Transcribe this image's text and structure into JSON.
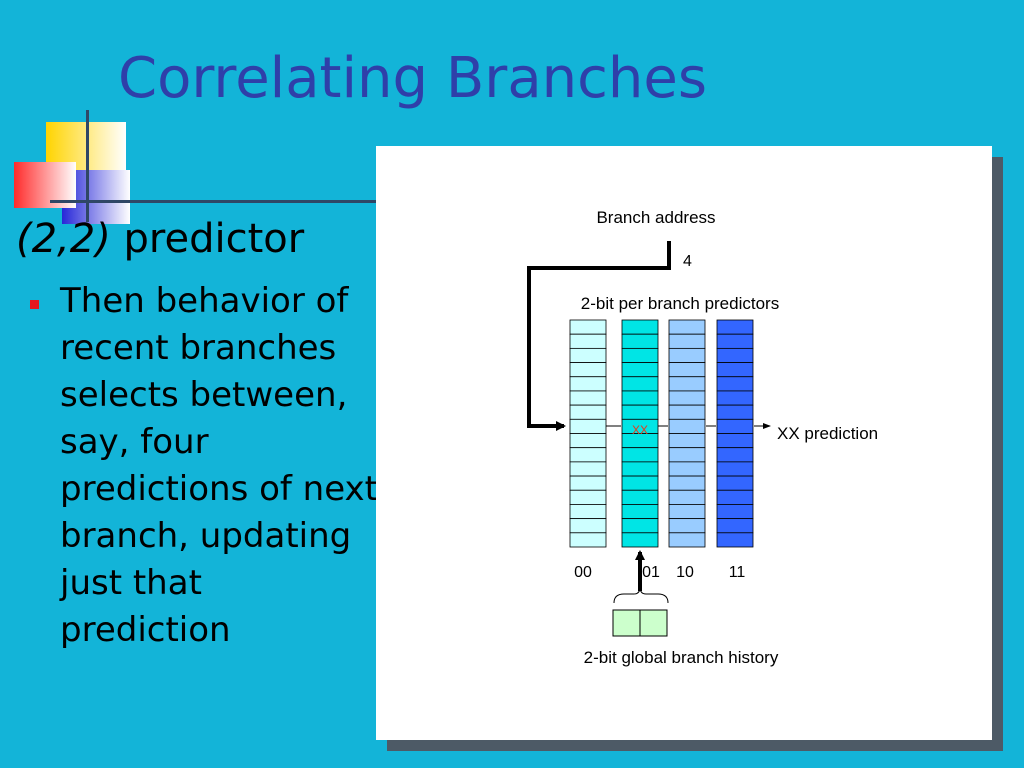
{
  "slide": {
    "title": "Correlating Branches",
    "subtitle_italic": "(2,2)",
    "subtitle_rest": " predictor",
    "bullet": "Then behavior of recent branches selects between, say, four predictions of next branch, updating just that prediction"
  },
  "diagram": {
    "branch_address_label": "Branch address",
    "address_bits": "4",
    "predictors_label": "2-bit per branch predictors",
    "cell_marker": "XX",
    "prediction_label": "XX prediction",
    "column_labels": [
      "00",
      "01",
      "10",
      "11"
    ],
    "history_label": "2-bit global branch history",
    "column_colors": [
      "#ccffff",
      "#00e5e5",
      "#99ccff",
      "#3366ff"
    ],
    "rows_per_column": 16
  },
  "colors": {
    "background": "#13b4d8",
    "title": "#2f3fa9",
    "bullet": "#e5161f",
    "history_register": "#ccffcc"
  }
}
